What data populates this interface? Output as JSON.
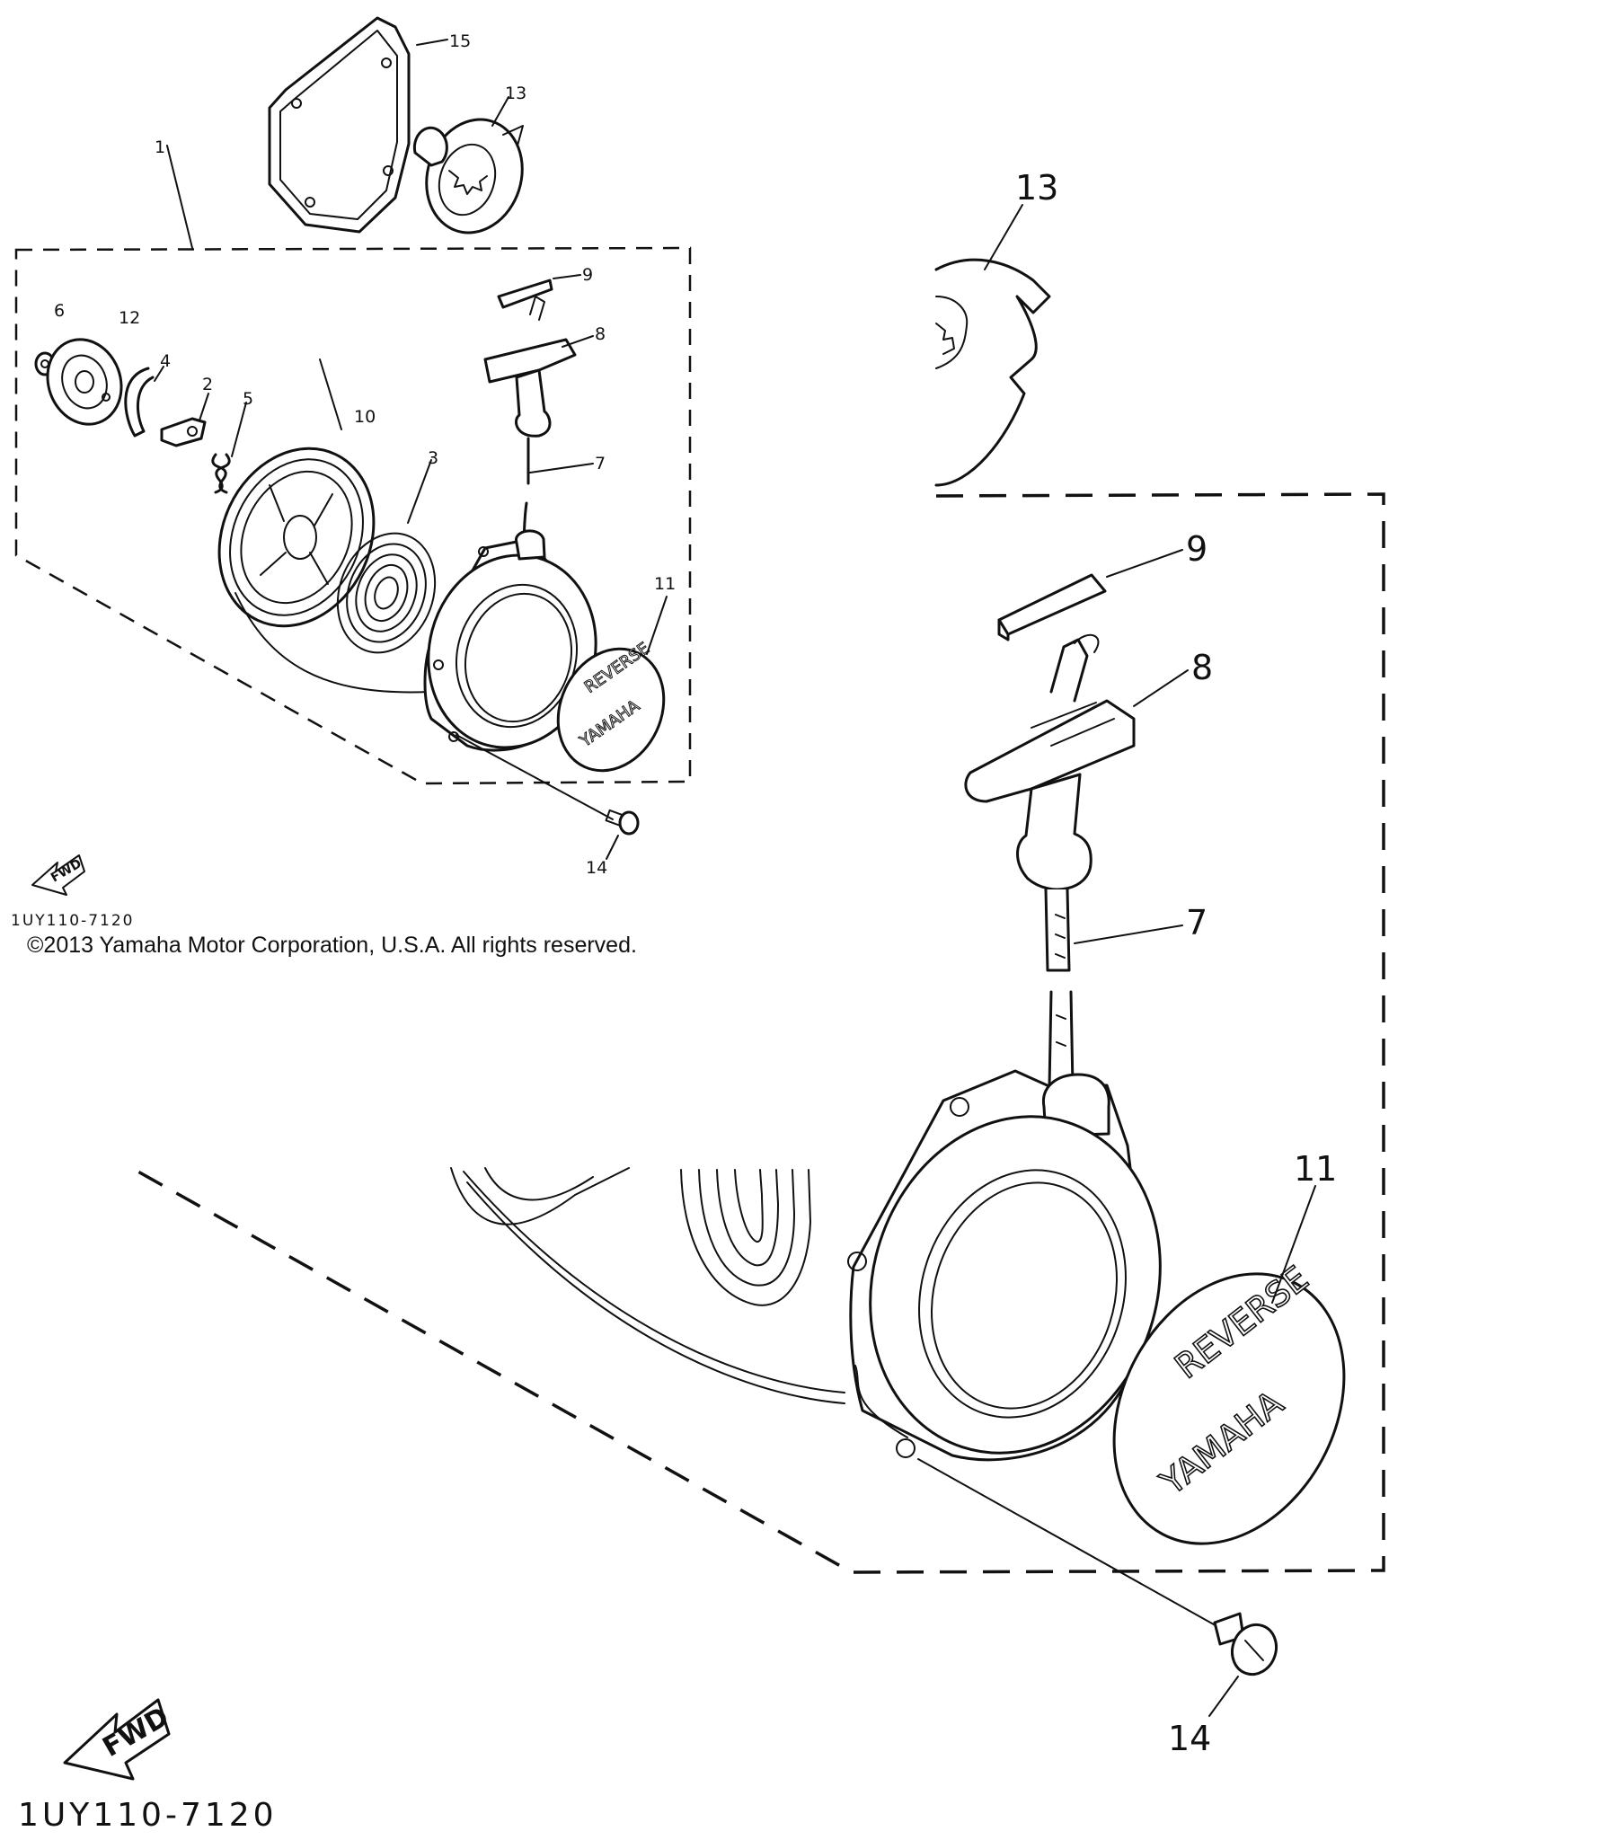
{
  "overview": {
    "callouts": [
      "1",
      "2",
      "3",
      "4",
      "5",
      "6",
      "7",
      "8",
      "9",
      "10",
      "11",
      "12",
      "13",
      "14",
      "15"
    ],
    "diagram_code": "1UY110-7120",
    "fwd_label": "FWD",
    "emblem_text_top": "REVERSE",
    "emblem_text_main": "YAMAHA"
  },
  "detail": {
    "callouts": [
      "7",
      "8",
      "9",
      "11",
      "13",
      "14"
    ],
    "diagram_code": "1UY110-7120",
    "fwd_label": "FWD",
    "emblem_text_top": "REVERSE",
    "emblem_text_main": "YAMAHA"
  },
  "copyright": "©2013 Yamaha Motor Corporation, U.S.A. All rights reserved."
}
